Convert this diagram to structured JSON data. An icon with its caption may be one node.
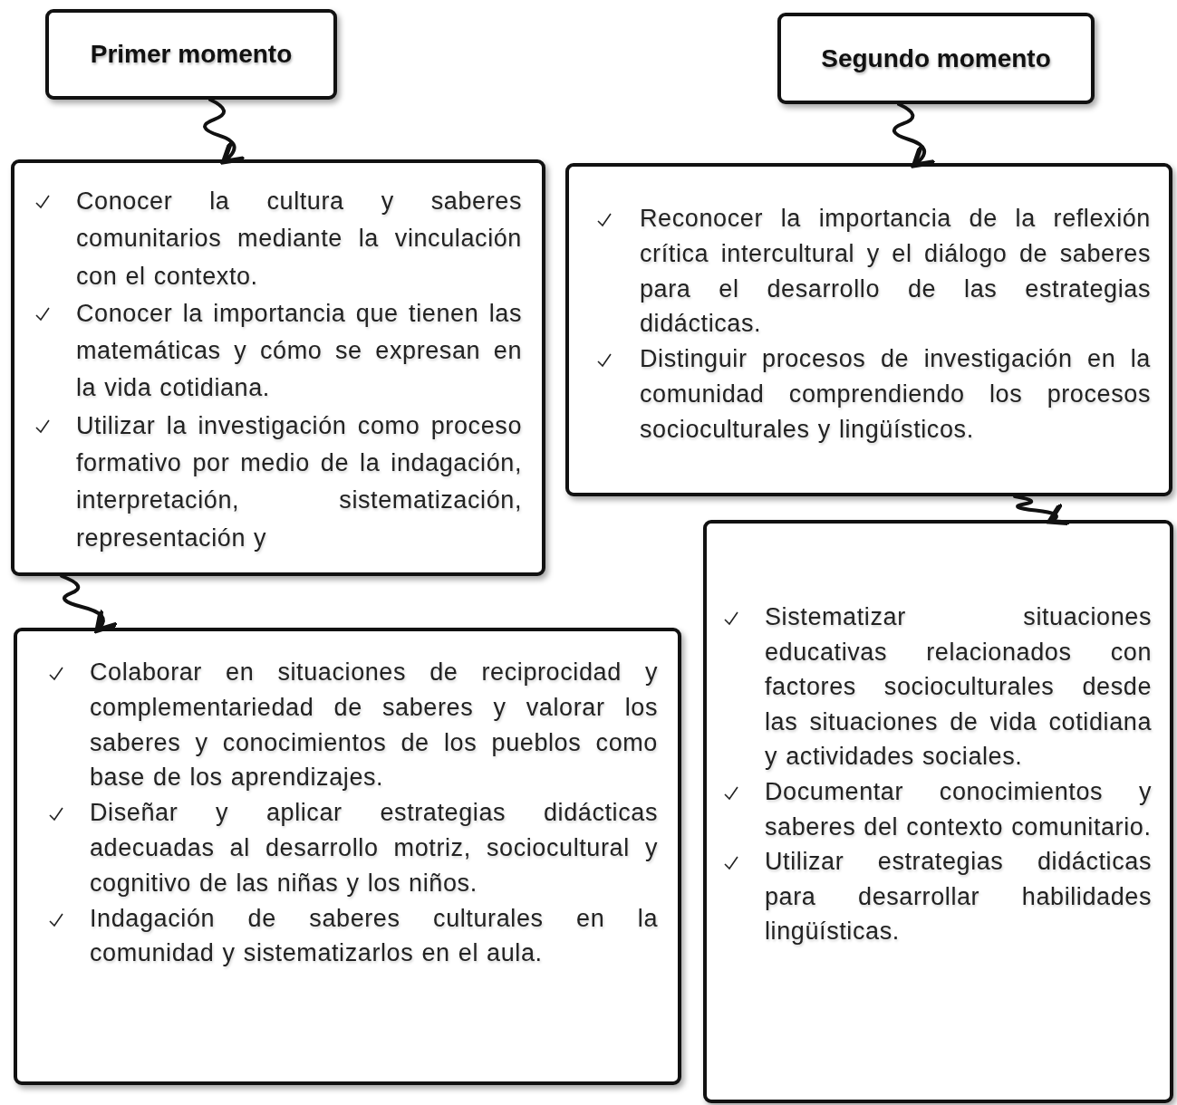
{
  "diagram": {
    "nodes": [
      {
        "text": [
          "Primer momento"
        ]
      },
      {
        "text": [
          "Conocer la cultura y saberes comunitarios mediante la vinculación con el contexto.",
          "Conocer la importancia que tienen las matemáticas y cómo se expresan en la vida cotidiana.",
          "Utilizar la investigación como proceso formativo por medio de la indagación, interpretación, sistematización, representación y"
        ]
      },
      {
        "text": [
          "Colaborar en situaciones de reciprocidad y complementariedad de saberes y valorar los saberes y conocimientos de los pueblos como base de los aprendizajes.",
          "Diseñar y aplicar estrategias didácticas adecuadas al desarrollo motriz, sociocultural y cognitivo de las niñas y los niños.",
          "Indagación de saberes culturales en la comunidad y sistematizarlos en el aula."
        ]
      },
      {
        "text": [
          "Segundo momento"
        ]
      },
      {
        "text": [
          "Reconocer la importancia de la reflexión crítica intercultural y el diálogo de saberes para el desarrollo de las estrategias didácticas.",
          "Distinguir procesos de investigación en la comunidad comprendiendo los procesos socioculturales y lingüísticos."
        ]
      },
      {
        "text": [
          "Sistematizar situaciones educativas relacionados con factores socioculturales desde las situaciones de vida cotidiana y actividades sociales.",
          "Documentar conocimientos y saberes del contexto comunitario.",
          "Utilizar estrategias didácticas para desarrollar habilidades lingüísticas."
        ]
      }
    ],
    "edges": [
      {
        "from": 0,
        "to": 1,
        "arrow": "to"
      },
      {
        "from": 1,
        "to": 2,
        "arrow": "to"
      },
      {
        "from": 3,
        "to": 4,
        "arrow": "to"
      },
      {
        "from": 4,
        "to": 5,
        "arrow": "to"
      }
    ]
  }
}
